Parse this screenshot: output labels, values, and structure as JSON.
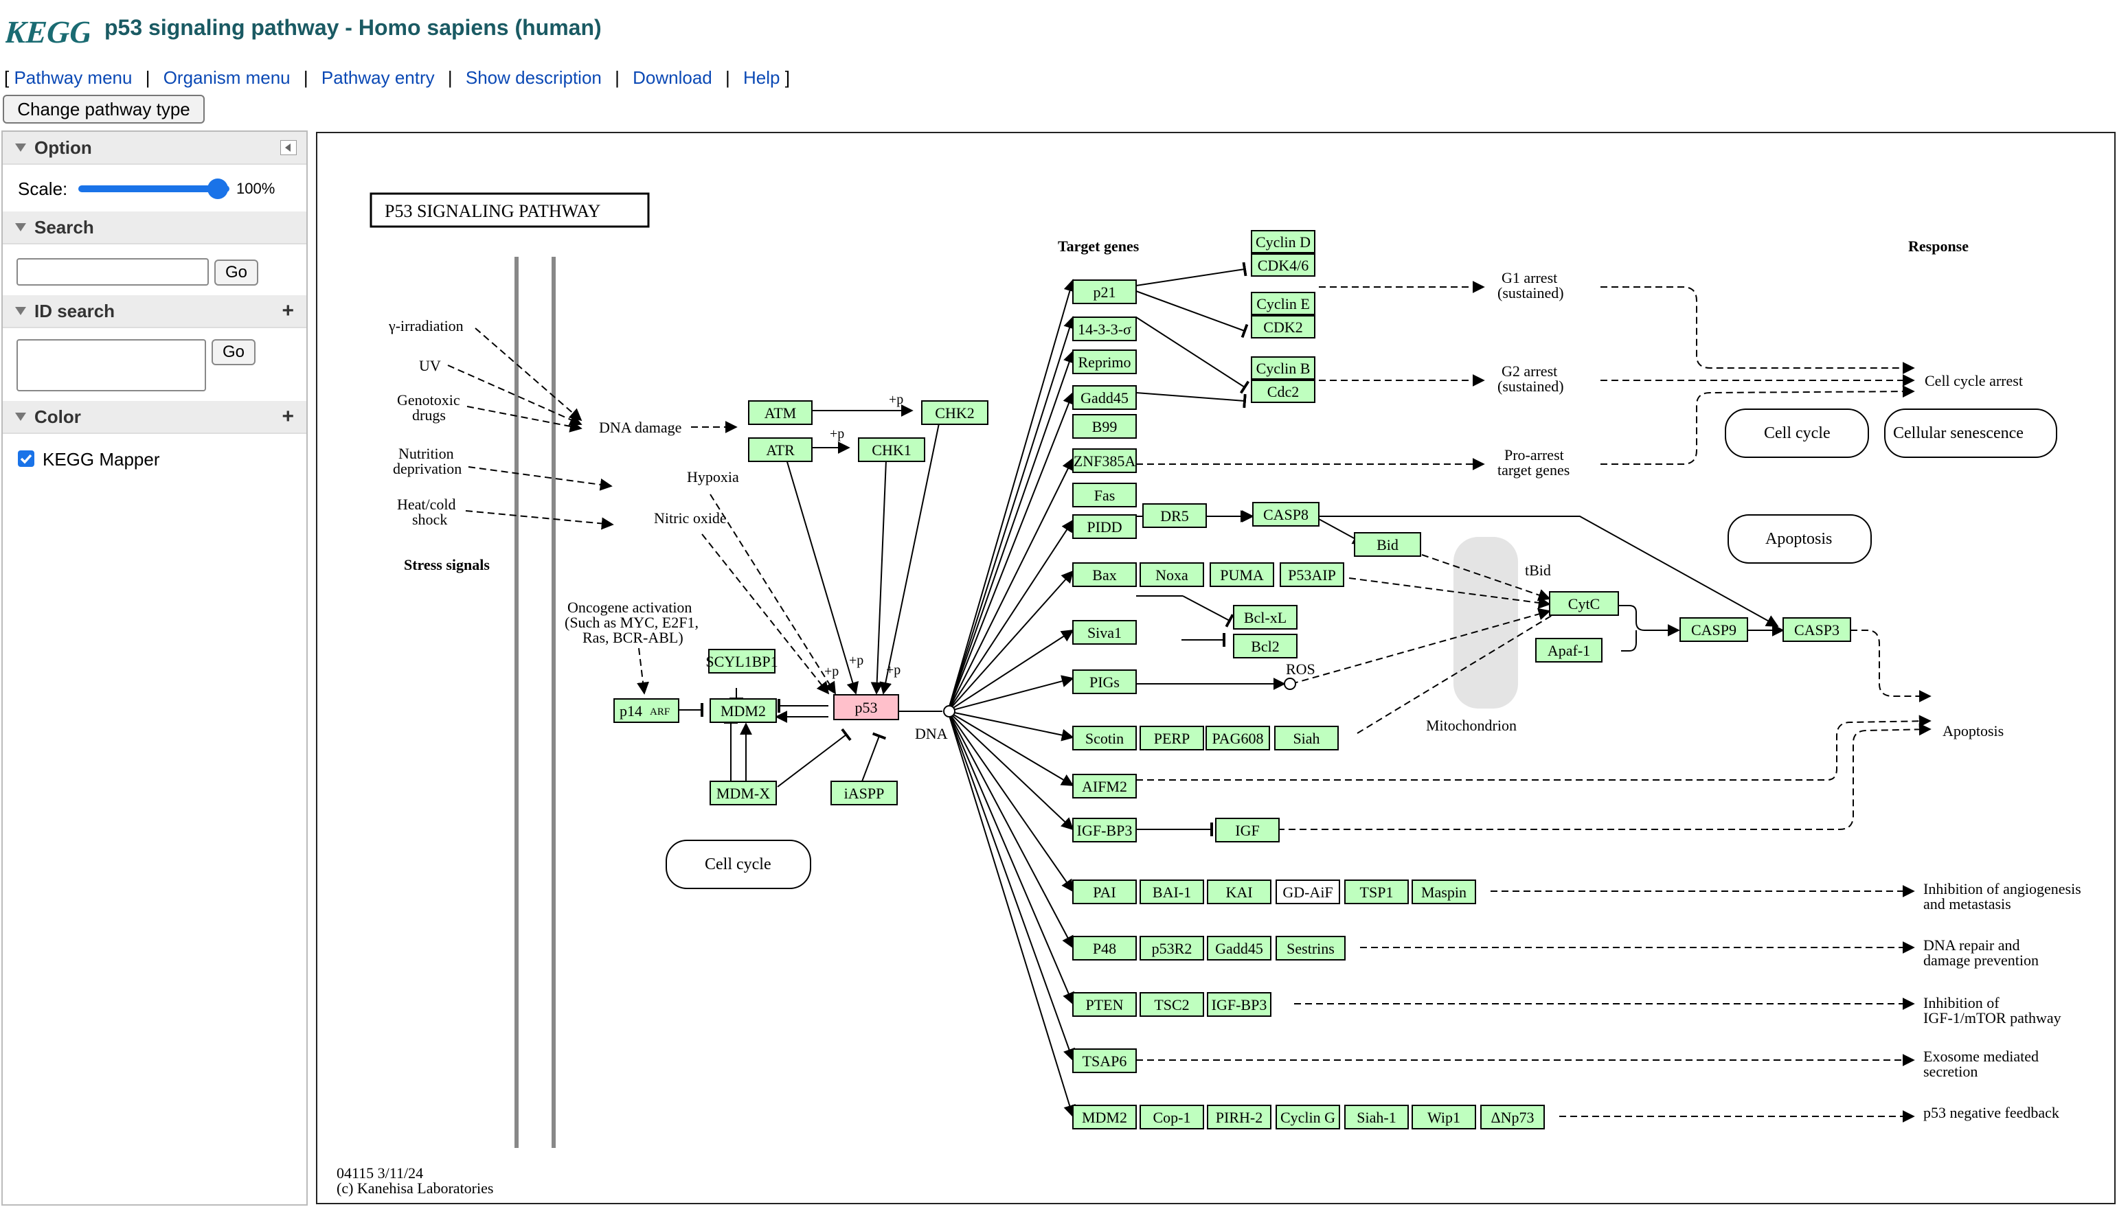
{
  "header": {
    "logo_text": "KEGG",
    "title": "p53 signaling pathway - Homo sapiens (human)"
  },
  "menu": {
    "open_bracket": "[",
    "close_bracket": "]",
    "separator": "|",
    "items": [
      "Pathway menu",
      "Organism menu",
      "Pathway entry",
      "Show description",
      "Download",
      "Help"
    ]
  },
  "change_type_button": "Change pathway type",
  "sidebar": {
    "option": {
      "title": "Option",
      "scale_label": "Scale:",
      "scale_value": "100%",
      "scale_percent": 100
    },
    "search": {
      "title": "Search",
      "input_value": "",
      "go_label": "Go"
    },
    "id_search": {
      "title": "ID search",
      "input_value": "",
      "go_label": "Go",
      "expand": "+"
    },
    "color": {
      "title": "Color",
      "expand": "+",
      "kegg_mapper_label": "KEGG Mapper",
      "kegg_mapper_checked": true
    }
  },
  "diagram": {
    "title": "P53  SIGNALING  PATHWAY",
    "stress_title": "Stress signals",
    "target_title": "Target genes",
    "response_title": "Response",
    "footer_id": "04115 3/11/24",
    "footer_copy": "(c) Kanehisa Laboratories",
    "colors": {
      "gene_fill": "#bfffbf",
      "gene_border": "#000000",
      "p53_fill": "#ffc0cb",
      "mito_fill": "#e4e4e4"
    },
    "labels": {
      "gamma": "γ-irradiation",
      "uv": "UV",
      "genotoxic1": "Genotoxic",
      "genotoxic2": "drugs",
      "nutrition1": "Nutrition",
      "nutrition2": "deprivation",
      "heat1": "Heat/cold",
      "heat2": "shock",
      "dna_damage": "DNA damage",
      "hypoxia": "Hypoxia",
      "nitric": "Nitric oxide",
      "onco1": "Oncogene activation",
      "onco2": "(Such as MYC, E2F1,",
      "onco3": "Ras, BCR-ABL)",
      "dna": "DNA",
      "p1": "+p",
      "p2": "+p",
      "p3": "+p",
      "p4": "+p",
      "p5": "+p",
      "ros": "ROS",
      "tbid": "tBid",
      "mito": "Mitochondrion",
      "g1a": "G1 arrest",
      "g1b": "(sustained)",
      "g2a": "G2 arrest",
      "g2b": "(sustained)",
      "pro1": "Pro-arrest",
      "pro2": "target genes",
      "cc_arrest": "Cell cycle arrest",
      "apoptosis_resp": "Apoptosis",
      "angio1": "Inhibition of angiogenesis",
      "angio2": "and metastasis",
      "dnarep1": "DNA repair and",
      "dnarep2": "damage prevention",
      "igf1": "Inhibition of",
      "igf2": "IGF-1/mTOR pathway",
      "exo1": "Exosome mediated",
      "exo2": "secretion",
      "negfb": "p53 negative feedback"
    },
    "maps": {
      "cell_cycle_right": "Cell cycle",
      "senescence": "Cellular senescence",
      "apoptosis_map": "Apoptosis",
      "cell_cycle_left": "Cell cycle"
    },
    "genes": {
      "atm": "ATM",
      "atr": "ATR",
      "chk2": "CHK2",
      "chk1": "CHK1",
      "scyl1bp1": "SCYL1BP1",
      "p14": "p14",
      "p14_sup": "ARF",
      "mdm2": "MDM2",
      "p53": "p53",
      "mdmx": "MDM-X",
      "iaspp": "iASPP",
      "cyclind": "Cyclin D",
      "cdk46": "CDK4/6",
      "cycline": "Cyclin E",
      "cdk2": "CDK2",
      "cyclinb": "Cyclin B",
      "cdc2": "Cdc2",
      "p21": "p21",
      "s1433": "14-3-3-σ",
      "reprimo": "Reprimo",
      "gadd45": "Gadd45",
      "b99": "B99",
      "znf385a": "ZNF385A",
      "fas": "Fas",
      "pidd": "PIDD",
      "dr5": "DR5",
      "casp8": "CASP8",
      "bid": "Bid",
      "bax": "Bax",
      "noxa": "Noxa",
      "puma": "PUMA",
      "p53aip": "P53AIP",
      "bclxl": "Bcl-xL",
      "bcl2": "Bcl2",
      "siva1": "Siva1",
      "pigs": "PIGs",
      "cytc": "CytC",
      "apaf1": "Apaf-1",
      "casp9": "CASP9",
      "casp3": "CASP3",
      "scotin": "Scotin",
      "perp": "PERP",
      "pag608": "PAG608",
      "siah": "Siah",
      "aifm2": "AIFM2",
      "igfbp3": "IGF-BP3",
      "igf": "IGF",
      "pai": "PAI",
      "bai1": "BAI-1",
      "kai": "KAI",
      "gdaif": "GD-AiF",
      "tsp1": "TSP1",
      "maspin": "Maspin",
      "p48": "P48",
      "p53r2": "p53R2",
      "gadd45b": "Gadd45",
      "sestrins": "Sestrins",
      "pten": "PTEN",
      "tsc2": "TSC2",
      "igfbp3b": "IGF-BP3",
      "tsap6": "TSAP6",
      "mdm2b": "MDM2",
      "cop1": "Cop-1",
      "pirh2": "PIRH-2",
      "cycling": "Cyclin G",
      "siah1": "Siah-1",
      "wip1": "Wip1",
      "dnp73": "ΔNp73"
    }
  }
}
